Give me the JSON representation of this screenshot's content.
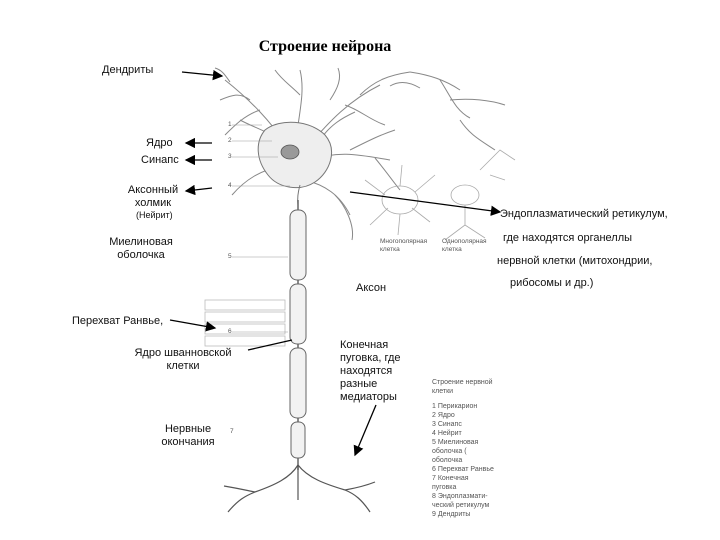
{
  "title": "Строение нейрона",
  "labels": {
    "dendrites": "Дендриты",
    "nucleus": "Ядро",
    "synapse": "Синапс",
    "axon_hillock_1": "Аксонный",
    "axon_hillock_2": "холмик",
    "neurite": "(Нейрит)",
    "myelin_1": "Миелиновая",
    "myelin_2": "оболочка",
    "axon": "Аксон",
    "ranvier": "Перехват Ранвье,",
    "schwann_1": "Ядро шванновской",
    "schwann_2": "клетки",
    "endings_1": "Нервные",
    "endings_2": "окончания",
    "terminal_1": "Конечная",
    "terminal_2": "пуговка, где",
    "terminal_3": "находятся",
    "terminal_4": "разные",
    "terminal_5": "медиаторы",
    "er_1": "Эндоплазматический ретикулум,",
    "er_2": "где находятся органеллы",
    "er_3": "нервной клетки (митохондрии,",
    "er_4": "рибосомы и др.)"
  },
  "figure_numbers": [
    "1",
    "2",
    "3",
    "4",
    "5",
    "6",
    "7"
  ],
  "faint_captions": {
    "multipolar_1": "Многополярная",
    "multipolar_2": "клетка",
    "unipolar_1": "Однополярная",
    "unipolar_2": "клетка"
  },
  "legend": {
    "heading_1": "Строение нервной",
    "heading_2": "клетки",
    "items": [
      "1 Перикарион",
      "2 Ядро",
      "3 Синапс",
      "4 Нейрит",
      "5 Миелиновая",
      "оболочка (",
      "оболочка",
      "6 Перехват Ранвье",
      "7 Конечная",
      "пуговка",
      "8 Эндоплазмати-",
      "ческий ретикулум",
      "9 Дендриты"
    ]
  }
}
